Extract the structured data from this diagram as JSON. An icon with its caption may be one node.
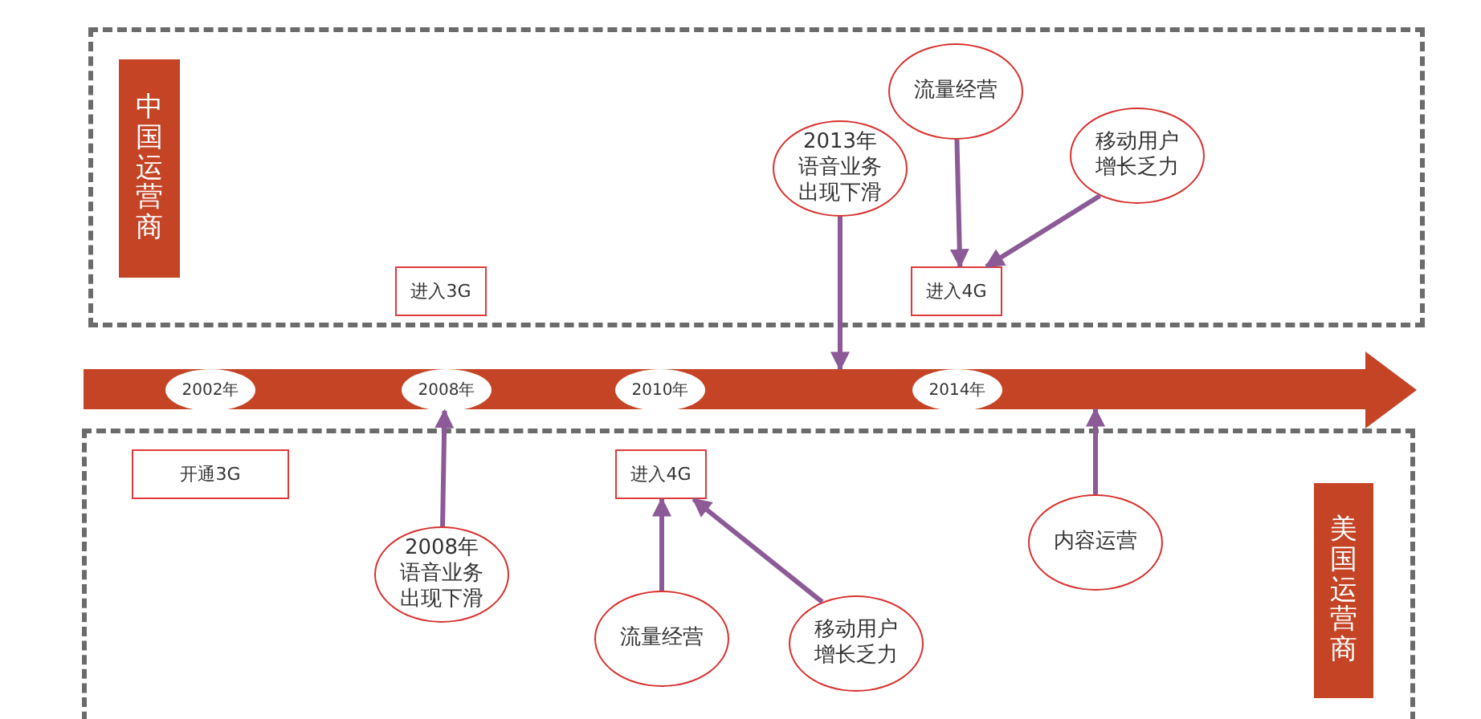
{
  "diagram": {
    "nodes": [
      {
        "text": [],
        "shape": "box"
      },
      {
        "text": [
          "中国运营商"
        ],
        "in": 0
      },
      {
        "text": [
          "进入3G"
        ],
        "in": 0
      },
      {
        "text": [
          "2013年语音业务出现下滑"
        ],
        "in": 0
      },
      {
        "text": [
          "流量经营"
        ],
        "in": 0
      },
      {
        "text": [
          "移动用户增长乏力"
        ],
        "in": 0
      },
      {
        "text": [
          "进入4G"
        ],
        "in": 0
      },
      {
        "text": [],
        "shape": "arrow"
      },
      {
        "text": [
          "2002年"
        ],
        "in": 7
      },
      {
        "text": [
          "2008年"
        ],
        "in": 7
      },
      {
        "text": [
          "2010年"
        ],
        "in": 7
      },
      {
        "text": [
          "2014年"
        ],
        "in": 7
      },
      {
        "text": [],
        "shape": "box"
      },
      {
        "text": [
          "开通3G"
        ],
        "in": 12
      },
      {
        "text": [
          "进入4G"
        ],
        "in": 12
      },
      {
        "text": [
          "2008年语音业务出现下滑"
        ],
        "in": 12
      },
      {
        "text": [
          "流量经营"
        ],
        "in": 12
      },
      {
        "text": [
          "移动用户增长乏力"
        ],
        "in": 12
      },
      {
        "text": [
          "内容运营"
        ],
        "in": 12
      },
      {
        "text": [
          "美国运营商"
        ],
        "in": 12
      }
    ],
    "edges": [
      {
        "from": 4,
        "to": 6,
        "arrow": "to"
      },
      {
        "from": 5,
        "to": 6,
        "arrow": "to"
      },
      {
        "from": 3,
        "to": 7,
        "arrow": "to"
      },
      {
        "from": 15,
        "to": 9,
        "arrow": "to"
      },
      {
        "from": 16,
        "to": 14,
        "arrow": "to"
      },
      {
        "from": 17,
        "to": 14,
        "arrow": "to"
      },
      {
        "from": 18,
        "to": 7,
        "arrow": "to"
      }
    ]
  }
}
